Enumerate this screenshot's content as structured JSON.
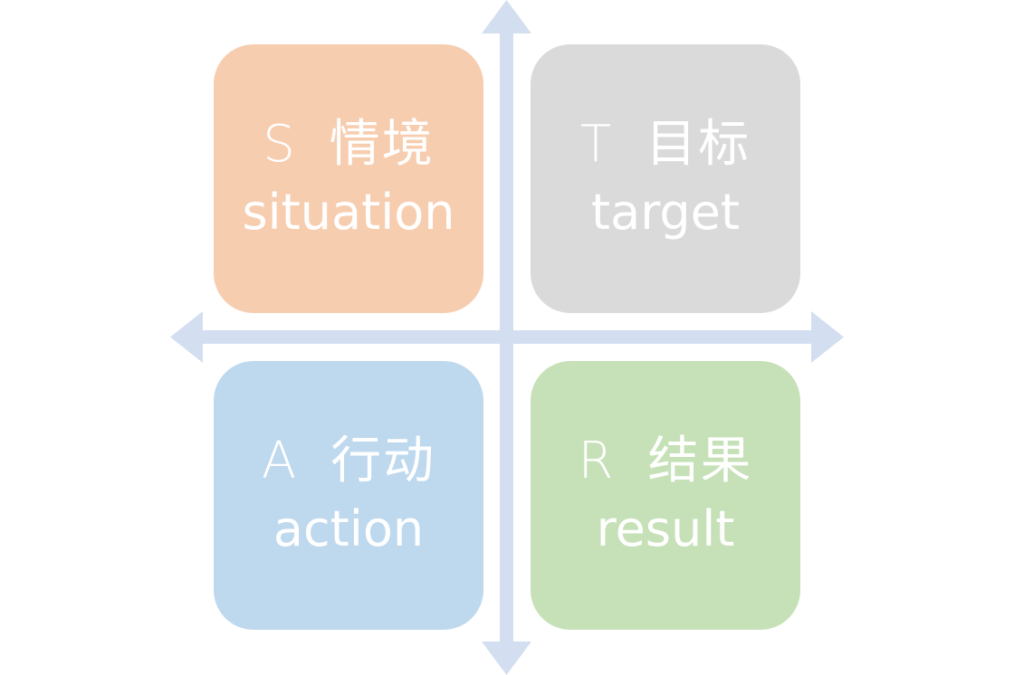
{
  "colors": {
    "axis": "#d3dff0",
    "situation_bg": "#f7cdb0",
    "target_bg": "#dadada",
    "action_bg": "#bed8ee",
    "result_bg": "#c6e1b7",
    "text": "#ffffff"
  },
  "quadrants": {
    "situation": {
      "letter": "S",
      "chinese": "情境",
      "english": "situation"
    },
    "target": {
      "letter": "T",
      "chinese": "目标",
      "english": "target"
    },
    "action": {
      "letter": "A",
      "chinese": "行动",
      "english": "action"
    },
    "result": {
      "letter": "R",
      "chinese": "结果",
      "english": "result"
    }
  }
}
